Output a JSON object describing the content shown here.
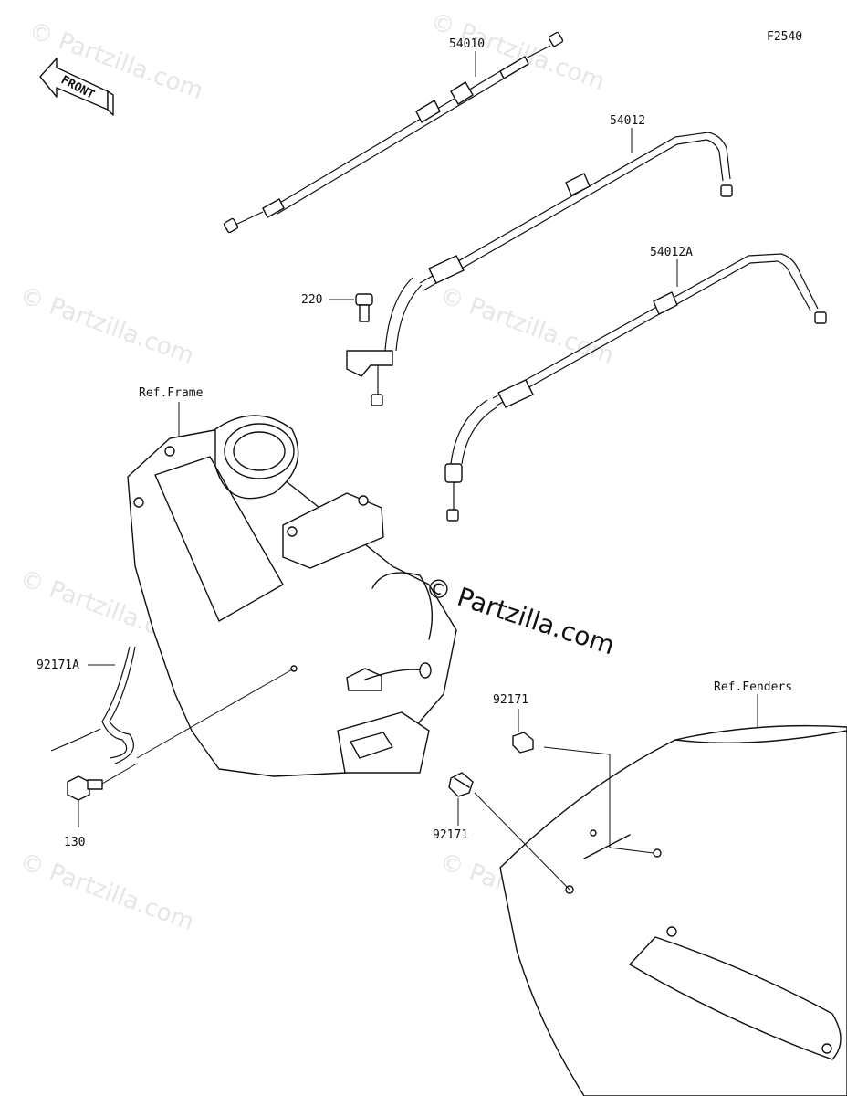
{
  "figure_code": "F2540",
  "front_arrow_text": "FRONT",
  "watermark_text": "© Partzilla.com",
  "ref_labels": {
    "frame": "Ref.Frame",
    "fenders": "Ref.Fenders"
  },
  "parts": {
    "p54010": "54010",
    "p54012": "54012",
    "p54012A": "54012A",
    "p220": "220",
    "p92171A": "92171A",
    "p130": "130",
    "p92171_upper": "92171",
    "p92171_lower": "92171"
  }
}
